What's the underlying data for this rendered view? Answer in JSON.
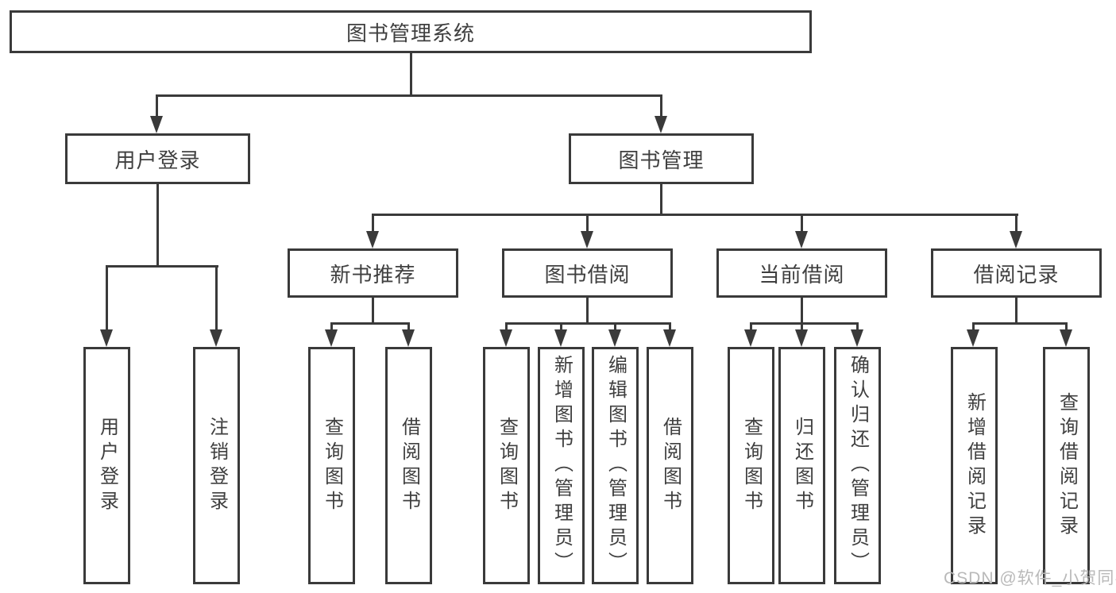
{
  "diagram": {
    "root": {
      "label": "图书管理系统"
    },
    "user_login_branch": {
      "label": "用户登录",
      "children": [
        {
          "label": "用户登录"
        },
        {
          "label": "注销登录"
        }
      ]
    },
    "book_management_branch": {
      "label": "图书管理",
      "children": [
        {
          "label": "新书推荐",
          "children": [
            {
              "label": "查询图书"
            },
            {
              "label": "借阅图书"
            }
          ]
        },
        {
          "label": "图书借阅",
          "children": [
            {
              "label": "查询图书"
            },
            {
              "label": "新增图书（管理员）"
            },
            {
              "label": "编辑图书（管理员）"
            },
            {
              "label": "借阅图书"
            }
          ]
        },
        {
          "label": "当前借阅",
          "children": [
            {
              "label": "查询图书"
            },
            {
              "label": "归还图书"
            },
            {
              "label": "确认归还（管理员）"
            }
          ]
        },
        {
          "label": "借阅记录",
          "children": [
            {
              "label": "新增借阅记录"
            },
            {
              "label": "查询借阅记录"
            }
          ]
        }
      ]
    },
    "watermark": "CSDN @软件_小贺同学",
    "colors": {
      "line": "#3a3a3a",
      "text": "#3f3f3f",
      "watermark": "#b9b9b9",
      "background": "#ffffff"
    }
  }
}
